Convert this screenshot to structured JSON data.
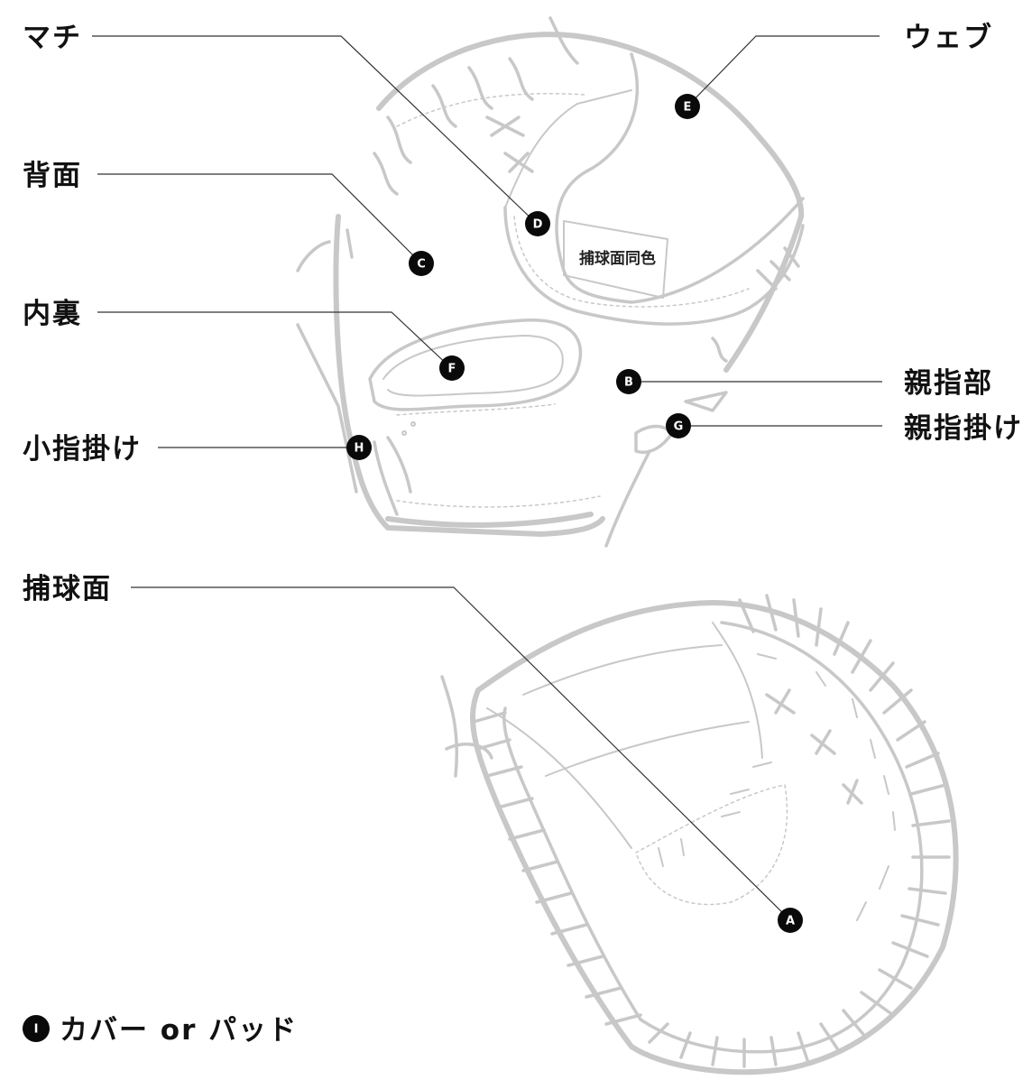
{
  "parts": [
    {
      "id": "machi",
      "label": "マチ",
      "marker": "D"
    },
    {
      "id": "haimen",
      "label": "背面",
      "marker": "C"
    },
    {
      "id": "uchiura",
      "label": "内裏",
      "marker": "F"
    },
    {
      "id": "koyubigake",
      "label": "小指掛け",
      "marker": "H"
    },
    {
      "id": "web",
      "label": "ウェブ",
      "marker": "E"
    },
    {
      "id": "oyayubibu",
      "label": "親指部",
      "marker": "B"
    },
    {
      "id": "oyayubigake",
      "label": "親指掛け",
      "marker": "G"
    },
    {
      "id": "hokyumen",
      "label": "捕球面",
      "marker": "A"
    }
  ],
  "inner_note": "捕球面同色",
  "cover_item": {
    "marker": "I",
    "label": "カバー or パッド"
  }
}
